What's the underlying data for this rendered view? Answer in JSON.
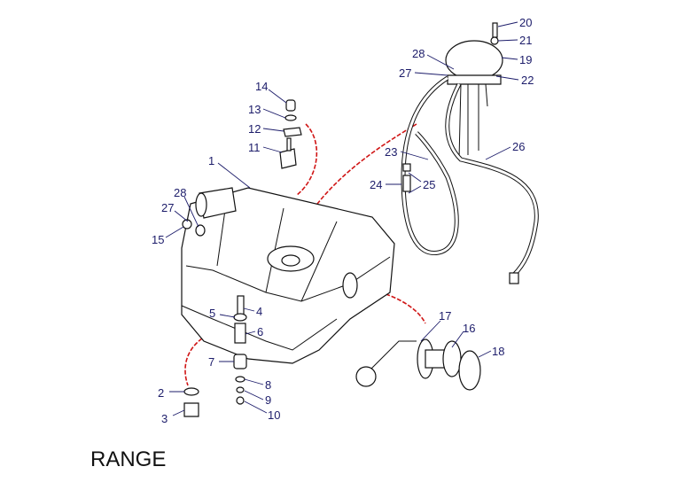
{
  "caption": "RANGE",
  "callouts": [
    "1",
    "2",
    "3",
    "4",
    "5",
    "6",
    "7",
    "8",
    "9",
    "10",
    "11",
    "12",
    "13",
    "14",
    "15",
    "16",
    "17",
    "18",
    "19",
    "20",
    "21",
    "22",
    "23",
    "24",
    "25",
    "26",
    "27",
    "28",
    "27",
    "28"
  ],
  "colors": {
    "label": "#1c1c6a",
    "connector": "#d01515"
  }
}
